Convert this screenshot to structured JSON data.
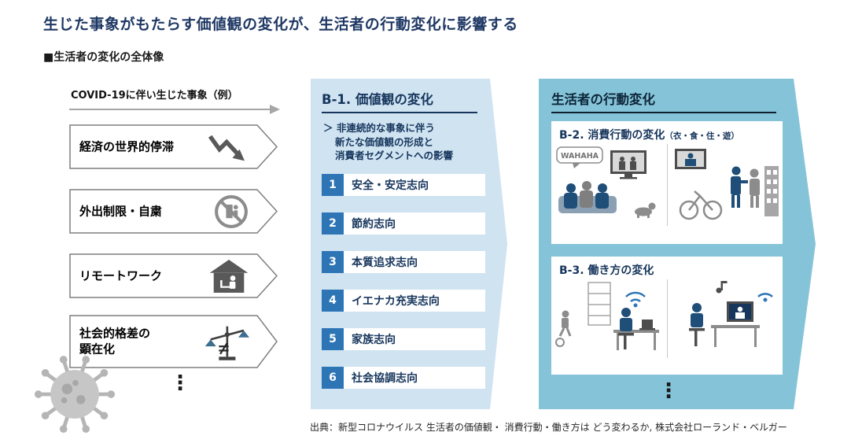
{
  "page": {
    "title": "生じた事象がもたらす価値観の変化が、生活者の行動変化に影響する",
    "section_label": "■生活者の変化の全体像",
    "source": "出典：新型コロナウイルス 生活者の価値観・ 消費行動・働き方は どう変わるか, 株式会社ローランド・ベルガー"
  },
  "events": {
    "header": "COVID-19に伴い生じた事象（例）",
    "ellipsis": "⋮",
    "items": [
      {
        "label": "経済の世界的停滞",
        "icon": "declining-chart-icon"
      },
      {
        "label": "外出制限・自粛",
        "icon": "no-entry-icon"
      },
      {
        "label": "リモートワーク",
        "icon": "work-from-home-icon"
      },
      {
        "label": "社会的格差の顕在化",
        "icon": "unbalanced-scale-icon"
      }
    ]
  },
  "values_panel": {
    "title": "B-1. 価値観の変化",
    "description": {
      "line1": "＞ 非連続的な事象に伴う",
      "line2": "新たな価値観の形成と",
      "line3": "消費者セグメントへの影響"
    },
    "items": [
      {
        "num": "1",
        "label": "安全・安定志向"
      },
      {
        "num": "2",
        "label": "節約志向"
      },
      {
        "num": "3",
        "label": "本質追求志向"
      },
      {
        "num": "4",
        "label": "イエナカ充実志向"
      },
      {
        "num": "5",
        "label": "家族志向"
      },
      {
        "num": "6",
        "label": "社会協調志向"
      }
    ]
  },
  "behavior_panel": {
    "title": "生活者の行動変化",
    "ellipsis": "⋮",
    "cards": [
      {
        "title": "B-2. 消費行動の変化",
        "suffix": "（衣・食・住・遊）",
        "speech": "WAHAHA"
      },
      {
        "title": "B-3. 働き方の変化",
        "suffix": ""
      }
    ]
  },
  "colors": {
    "title_navy": "#1f3864",
    "panel_light_blue": "#cfe3f1",
    "panel_teal": "#85c4d8",
    "accent_blue": "#2e75b6",
    "silhouette_blue": "#1f4e79",
    "silhouette_gray": "#8c8c8c"
  }
}
